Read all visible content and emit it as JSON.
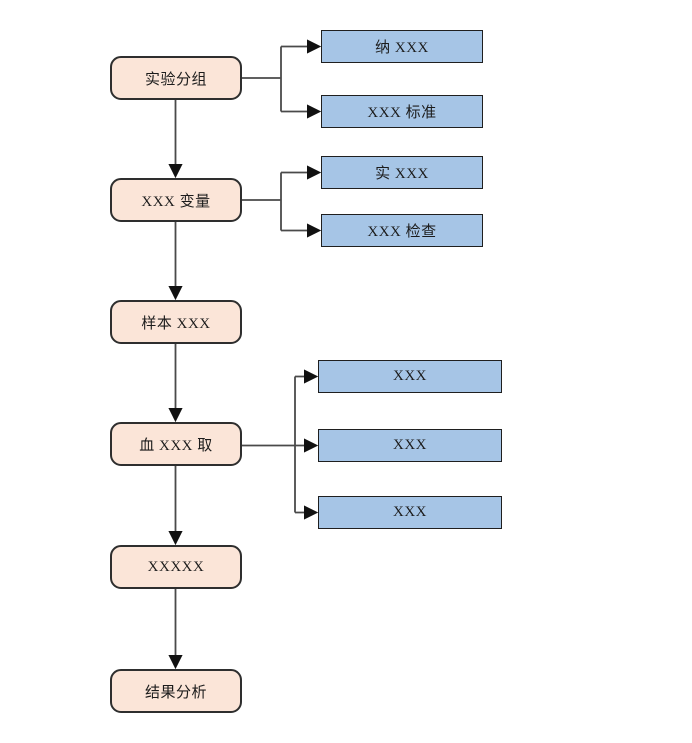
{
  "flowchart": {
    "type": "flowchart",
    "main_sequence": [
      {
        "label": "实验分组"
      },
      {
        "label": "XXX 变量"
      },
      {
        "label": "样本 XXX"
      },
      {
        "label": "血 XXX 取"
      },
      {
        "label": "XXXXX"
      },
      {
        "label": "结果分析"
      }
    ],
    "branches": [
      {
        "from": "实验分组",
        "label": "纳 XXX"
      },
      {
        "from": "实验分组",
        "label": "XXX 标准"
      },
      {
        "from": "XXX 变量",
        "label": "实 XXX"
      },
      {
        "from": "XXX 变量",
        "label": "XXX 检查"
      },
      {
        "from": "血 XXX 取",
        "label": "XXX"
      },
      {
        "from": "血 XXX 取",
        "label": "XXX"
      },
      {
        "from": "血 XXX 取",
        "label": "XXX"
      }
    ],
    "colors": {
      "background": "#ffffff",
      "process_fill": "#fbe5d8",
      "process_border": "#2e2e2e",
      "branch_fill": "#a6c5e6",
      "branch_border": "#1f1f1f",
      "connector": "#4a4a4a",
      "arrowhead": "#111111",
      "text": "#1c1c1c"
    }
  }
}
